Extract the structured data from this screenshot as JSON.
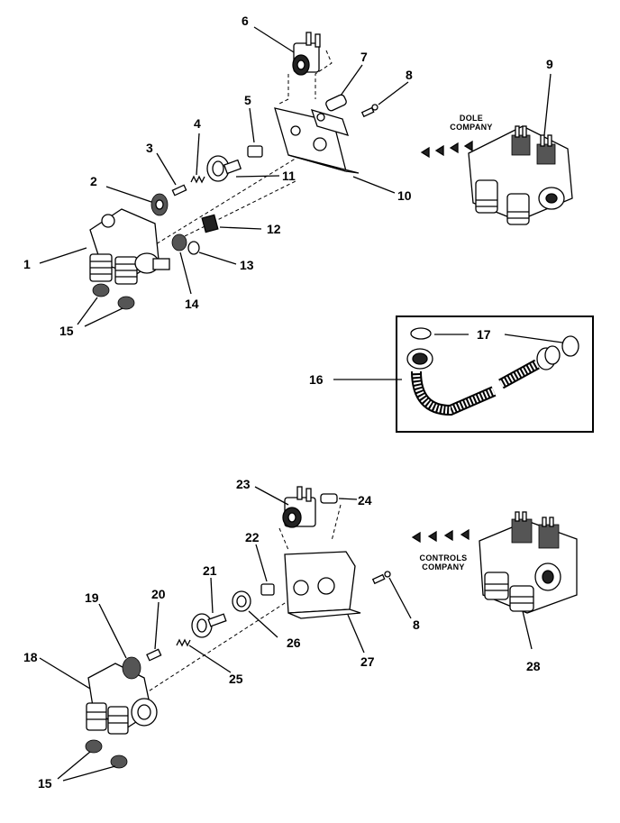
{
  "callouts": {
    "c1": "1",
    "c2": "2",
    "c3": "3",
    "c4": "4",
    "c5": "5",
    "c6": "6",
    "c7": "7",
    "c8a": "8",
    "c9": "9",
    "c10": "10",
    "c11": "11",
    "c12": "12",
    "c13": "13",
    "c14": "14",
    "c15a": "15",
    "c16": "16",
    "c17": "17",
    "c18": "18",
    "c19": "19",
    "c20": "20",
    "c21": "21",
    "c22": "22",
    "c23": "23",
    "c24": "24",
    "c25": "25",
    "c26": "26",
    "c27": "27",
    "c8b": "8",
    "c28": "28",
    "c15b": "15"
  },
  "brands": {
    "dole_line1": "DOLE",
    "dole_line2": "COMPANY",
    "controls_line1": "CONTROLS",
    "controls_line2": "COMPANY"
  }
}
